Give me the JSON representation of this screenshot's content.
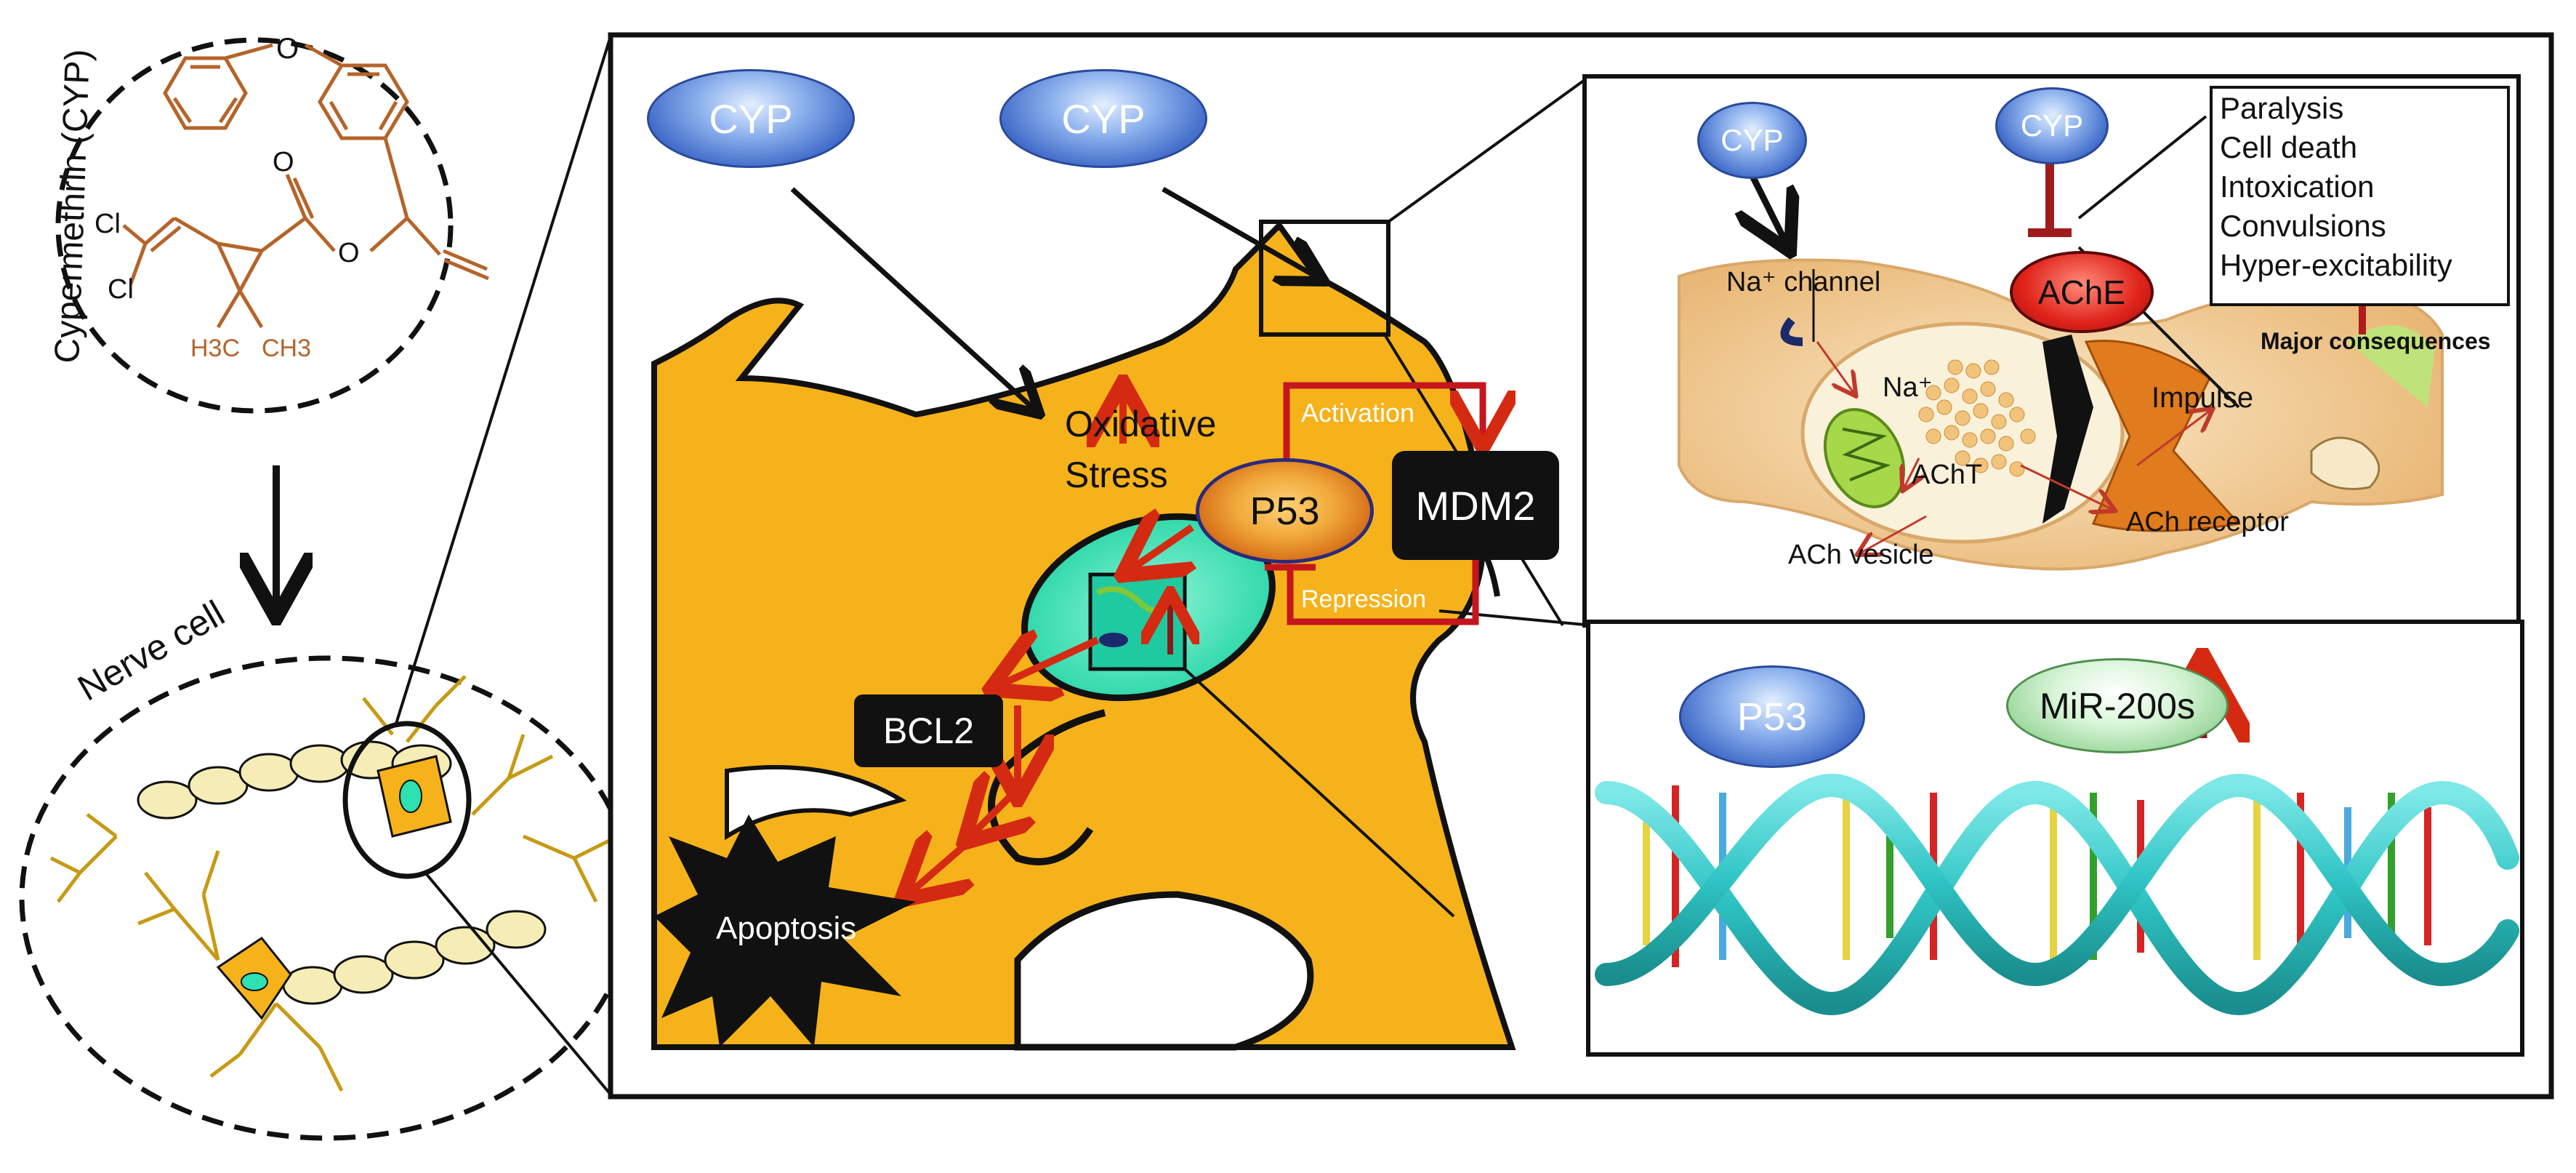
{
  "left_panel": {
    "compound_name": "Cypermethrin (CYP)",
    "cl_top": "Cl",
    "cl_bottom": "Cl",
    "oxygen_top": "O",
    "ester_o_carbonyl": "O",
    "ester_o_link": "O",
    "methyl_left": "H3C",
    "methyl_right": "CH3",
    "nerve_cell_label": "Nerve cell"
  },
  "center_panel": {
    "cyp_1": "CYP",
    "cyp_2": "CYP",
    "oxidative_stress": "Oxidative\nStress",
    "oxidative_line1": "Oxidative",
    "oxidative_line2": "Stress",
    "activation": "Activation",
    "repression": "Repression",
    "p53": "P53",
    "mdm2": "MDM2",
    "bcl2": "BCL2",
    "apoptosis": "Apoptosis"
  },
  "synapse_panel": {
    "cyp_1": "CYP",
    "cyp_2": "CYP",
    "na_channel": "Na⁺ channel",
    "na_ion": "Na⁺",
    "ache": "AChE",
    "acht": "AChT",
    "impulse": "Impulse",
    "ach_vesicle": "ACh vesicle",
    "ach_receptor": "ACh receptor",
    "consequences": [
      "Paralysis",
      "Cell death",
      "Intoxication",
      "Convulsions",
      "Hyper-excitability"
    ],
    "major_consequences": "Major consequences"
  },
  "dna_panel": {
    "p53": "P53",
    "mir200s": "MiR-200s"
  },
  "colors": {
    "cell_yellow": "#f6b21a",
    "arrow_red": "#d42a12",
    "inhibit_red": "#8b1a1a",
    "nucleus_green": "#2fe0b0",
    "structure_brown": "#b5642a",
    "dna_cyan": "#35c9c9"
  }
}
